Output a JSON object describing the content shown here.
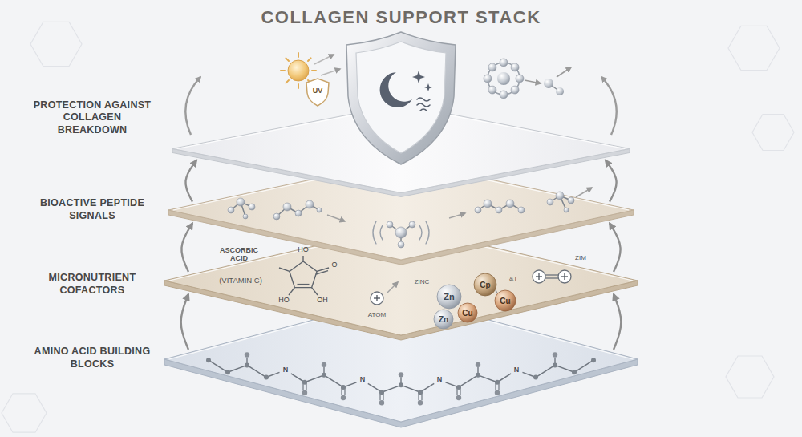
{
  "diagram": {
    "title": "COLLAGEN SUPPORT STACK",
    "nodes": [
      {
        "text": [
          "PROTECTION AGAINST COLLAGEN BREAKDOWN"
        ]
      },
      {
        "text": [
          "BIOACTIVE PEPTIDE SIGNALS"
        ]
      },
      {
        "text": [
          "MICRONUTRIENT COFACTORS"
        ]
      },
      {
        "text": [
          "AMINO ACID BUILDING BLOCKS"
        ]
      }
    ],
    "edges": [
      {
        "from": 3,
        "to": 2,
        "arrow": "to"
      },
      {
        "from": 3,
        "to": 2,
        "arrow": "to"
      },
      {
        "from": 2,
        "to": 1,
        "arrow": "to"
      },
      {
        "from": 2,
        "to": 1,
        "arrow": "to"
      },
      {
        "from": 1,
        "to": 0,
        "arrow": "to"
      },
      {
        "from": 1,
        "to": 0,
        "arrow": "to"
      }
    ],
    "labels": [
      "UV",
      "HO",
      "ASCORBIC ACID",
      "O",
      "(VITAMIN C)",
      "HO",
      "OH",
      "ZINC",
      "ATOM",
      "Zn",
      "Cp",
      "&T",
      "Cu",
      "ZIM",
      "Cu",
      "Zn",
      "N",
      "N",
      "N",
      "N"
    ]
  }
}
